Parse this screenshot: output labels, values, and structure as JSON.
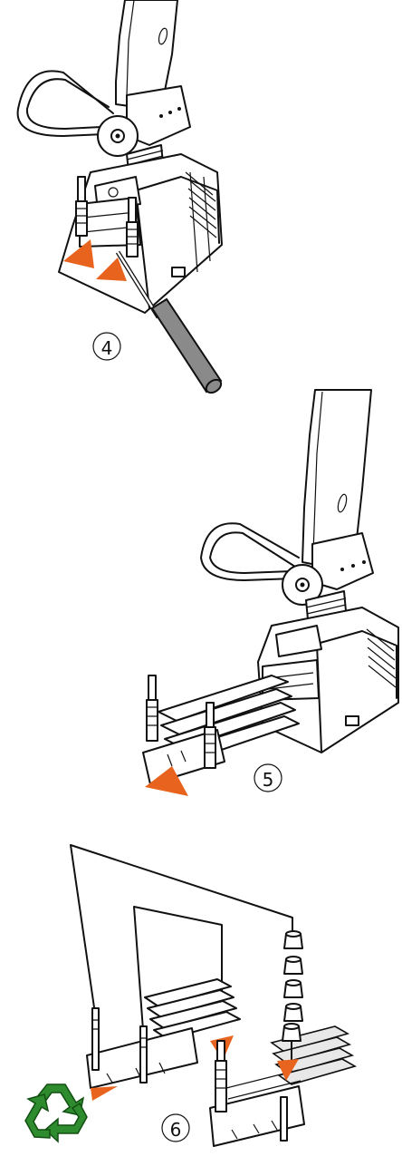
{
  "steps": [
    {
      "number": "4",
      "label": "④"
    },
    {
      "number": "5",
      "label": "⑤"
    },
    {
      "number": "6",
      "label": "⑥"
    }
  ],
  "colors": {
    "accent": "#e8641e",
    "recycle": "#2e8b2e",
    "line": "#111111",
    "tool": "#8a8a8a"
  },
  "icons": [
    "handle-icon",
    "screwdriver-icon",
    "arrow-icon",
    "recycle-icon",
    "ferrule-icon"
  ]
}
